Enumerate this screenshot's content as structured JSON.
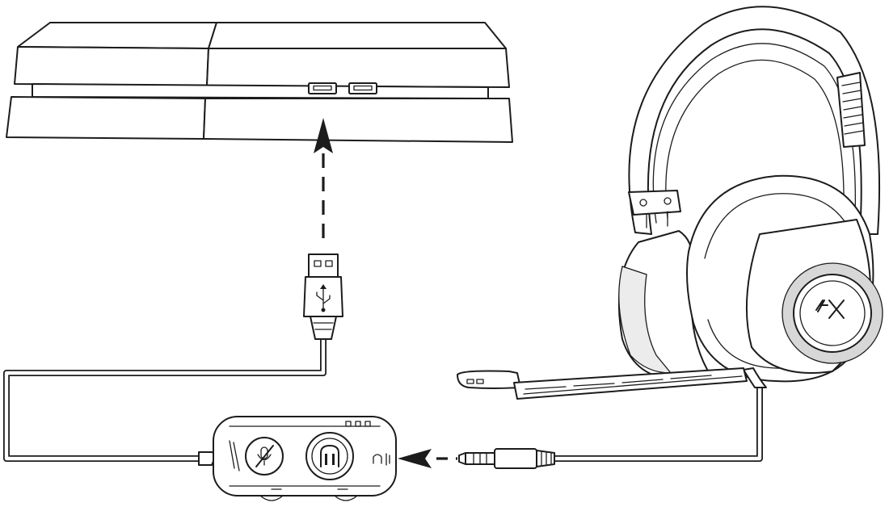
{
  "diagram": {
    "type": "connection-illustration",
    "colors": {
      "line": "#1c1c1c",
      "fill": "#ffffff",
      "shade": "#d7d7d7"
    },
    "components": {
      "console": {
        "icon": "game-console-icon"
      },
      "usb_plug": {
        "icon": "usb-icon"
      },
      "control_box": {
        "icon": "audio-control-box-icon",
        "buttons": [
          "mic-mute-icon",
          "surround-icon",
          "headset-jack-icon"
        ]
      },
      "headset": {
        "icon": "headset-icon",
        "logo": "hyperx-logo"
      },
      "jack_plug": {
        "icon": "audio-jack-icon"
      }
    },
    "arrows": [
      {
        "from": "usb_plug",
        "to": "console",
        "style": "dashed",
        "icon": "arrow-up-icon"
      },
      {
        "from": "jack_plug",
        "to": "control_box",
        "style": "dashed",
        "icon": "arrow-left-icon"
      }
    ]
  }
}
